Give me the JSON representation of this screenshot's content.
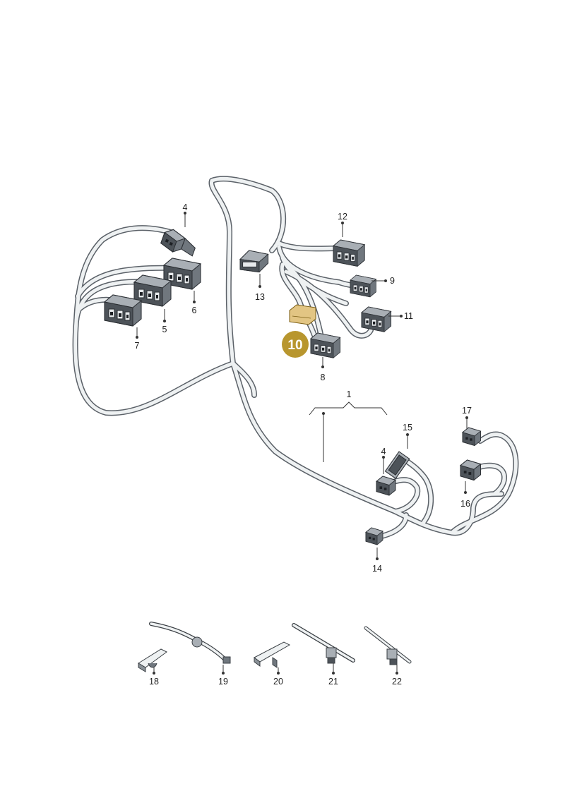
{
  "diagram": {
    "highlight": {
      "number": "10",
      "color": "#b8962e",
      "part_color": "#e2c583"
    },
    "parts": [
      {
        "id": "p1",
        "label": "1"
      },
      {
        "id": "p4a",
        "label": "4"
      },
      {
        "id": "p4b",
        "label": "4"
      },
      {
        "id": "p5",
        "label": "5"
      },
      {
        "id": "p6",
        "label": "6"
      },
      {
        "id": "p7",
        "label": "7"
      },
      {
        "id": "p8",
        "label": "8"
      },
      {
        "id": "p9",
        "label": "9"
      },
      {
        "id": "p11",
        "label": "11"
      },
      {
        "id": "p12",
        "label": "12"
      },
      {
        "id": "p13",
        "label": "13"
      },
      {
        "id": "p14",
        "label": "14"
      },
      {
        "id": "p15",
        "label": "15"
      },
      {
        "id": "p16",
        "label": "16"
      },
      {
        "id": "p17",
        "label": "17"
      },
      {
        "id": "p18",
        "label": "18"
      },
      {
        "id": "p19",
        "label": "19"
      },
      {
        "id": "p20",
        "label": "20"
      },
      {
        "id": "p21",
        "label": "21"
      },
      {
        "id": "p22",
        "label": "22"
      }
    ]
  }
}
